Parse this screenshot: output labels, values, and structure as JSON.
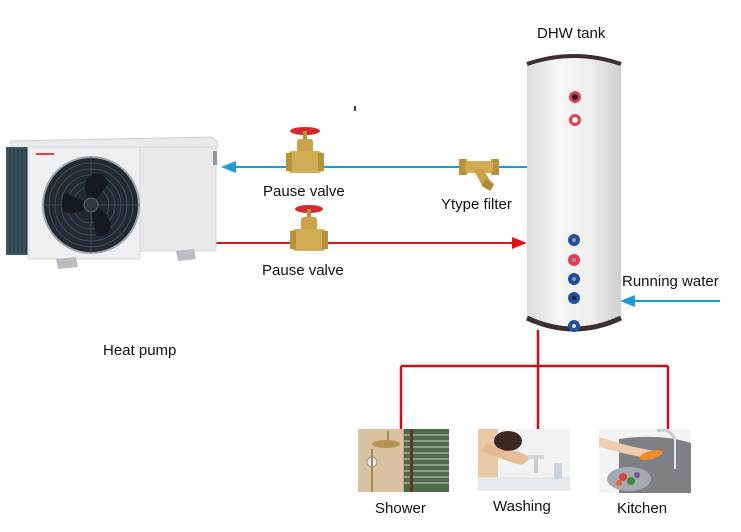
{
  "diagram": {
    "title": "DHW tank",
    "components": {
      "heat_pump": {
        "label": "Heat pump",
        "icon": "heat-pump-unit"
      },
      "tank": {
        "label": "DHW tank",
        "icon": "water-tank"
      },
      "valve_return": {
        "label": "Pause valve",
        "icon": "gate-valve"
      },
      "valve_supply": {
        "label": "Pause valve",
        "icon": "gate-valve"
      },
      "filter": {
        "label": "Ytype filter",
        "icon": "y-strainer"
      },
      "running_water": {
        "label": "Running water"
      }
    },
    "outlets": [
      {
        "label": "Shower",
        "icon": "shower-photo"
      },
      {
        "label": "Washing",
        "icon": "face-washing-photo"
      },
      {
        "label": "Kitchen",
        "icon": "kitchen-sink-photo"
      }
    ],
    "colors": {
      "cold_pipe": "#1e9ad6",
      "hot_pipe": "#e0141e",
      "outlet_pipe": "#c8101e",
      "brass": "#c9a24a",
      "valve_handle": "#d42a2a"
    }
  }
}
